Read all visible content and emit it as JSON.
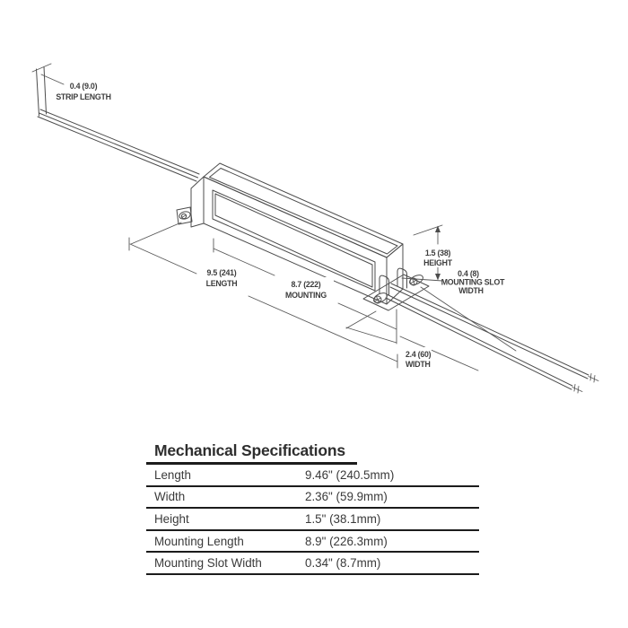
{
  "diagram": {
    "line_color": "#4c4c4c",
    "text_color": "#3d3d3d",
    "dimensions": {
      "strip_length": {
        "line1": "0.4 (9.0)",
        "line2": "STRIP LENGTH"
      },
      "length": {
        "line1": "9.5 (241)",
        "line2": "LENGTH"
      },
      "mounting": {
        "line1": "8.7 (222)",
        "line2": "MOUNTING"
      },
      "height": {
        "line1": "1.5 (38)",
        "line2": "HEIGHT"
      },
      "mounting_slot_width": {
        "line1": "0.4 (8)",
        "line2": "MOUNTING SLOT",
        "line3": "WIDTH"
      },
      "width": {
        "line1": "2.4 (60)",
        "line2": "WIDTH"
      }
    }
  },
  "table": {
    "title": "Mechanical Specifications",
    "rows": [
      {
        "label": "Length",
        "value": "9.46\" (240.5mm)"
      },
      {
        "label": "Width",
        "value": "2.36\" (59.9mm)"
      },
      {
        "label": "Height",
        "value": "1.5\" (38.1mm)"
      },
      {
        "label": "Mounting Length",
        "value": "8.9\" (226.3mm)"
      },
      {
        "label": "Mounting Slot Width",
        "value": "0.34\" (8.7mm)"
      }
    ]
  }
}
